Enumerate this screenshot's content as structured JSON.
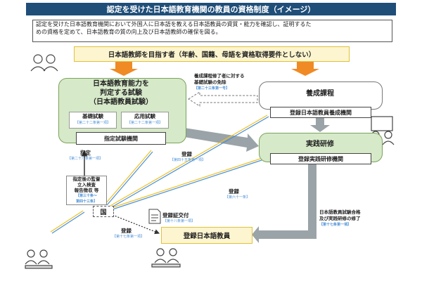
{
  "title": "認定を受けた日本語教育機関の教員の資格制度（イメージ）",
  "intro": {
    "line1": "認定を受けた日本語教育機関において外国人に日本語を教える日本語教員の資質・能力を確認し、証明するた",
    "line2": "めの資格を定めて、日本語教育の質の向上及び日本語教師の確保を図る。"
  },
  "target_text": "日本語教師を目指す者（年齢、国籍、母語を資格取得要件としない）",
  "exam": {
    "title1": "日本語教育能力を",
    "title2": "判定する試験",
    "title3": "（日本語教員試験）",
    "basic": "基礎試験",
    "basic_ref": "【第二十二条第一項】",
    "applied": "応用試験",
    "applied_ref": "【第二十二条第一項】",
    "institution": "指定試験機関"
  },
  "exemption": {
    "line1": "養成課程修了者に対する",
    "line2": "基礎試験の免除",
    "ref": "【第二十三条第一号】"
  },
  "course": {
    "title": "養成課程",
    "institution": "登録日本語教員養成機関"
  },
  "practice": {
    "title": "実践研修",
    "institution": "登録実践研修機関"
  },
  "designation": {
    "label": "指定",
    "ref": "【第二十八条第一項】",
    "supervision1": "指定後の監督",
    "supervision2": "立入検査",
    "supervision3": "報告徴収 等",
    "supervision_ref1": "【第三十条～",
    "supervision_ref2": "第四十三条】"
  },
  "reg_exam_inst": {
    "label": "登録",
    "ref": "【第四十五条第一項】"
  },
  "reg_practice_inst": {
    "label": "登録",
    "ref": "【第六十一条】"
  },
  "country": "国",
  "certificate": {
    "label": "登録証交付",
    "ref": "【第十八条第一項】"
  },
  "registered_teacher": "登録日本語教員",
  "teacher_registration": {
    "label": "登録",
    "ref": "【第十七条第一項】"
  },
  "completion": {
    "line1": "日本語教員試験合格",
    "line2": "及び実践研修の修了",
    "ref": "【第十七条第一項】"
  },
  "colors": {
    "title_bg": "#1f4e79",
    "green_fill": "#d6e9c9",
    "yellow_fill": "#fdf5cf",
    "orange_arrow": "#f08a24",
    "reference_blue": "#4a90d9"
  }
}
